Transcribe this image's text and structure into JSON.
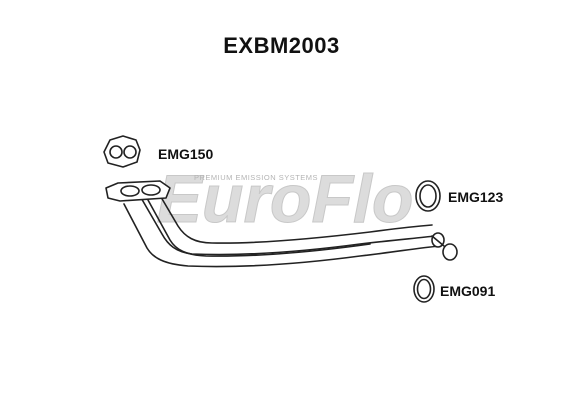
{
  "title": "EXBM2003",
  "watermark": {
    "brand": "EuroFlo",
    "tagline": "PREMIUM EMISSION SYSTEMS",
    "color": "#c8c8c8"
  },
  "parts": {
    "gasket": {
      "code": "EMG150",
      "icon": "two-hole-flange-gasket-icon"
    },
    "ring_large": {
      "code": "EMG123",
      "icon": "sealing-ring-icon"
    },
    "ring_small": {
      "code": "EMG091",
      "icon": "sealing-ring-icon"
    },
    "pipe": {
      "icon": "exhaust-downpipe-icon"
    }
  },
  "colors": {
    "line": "#222222",
    "fill": "#ffffff"
  }
}
